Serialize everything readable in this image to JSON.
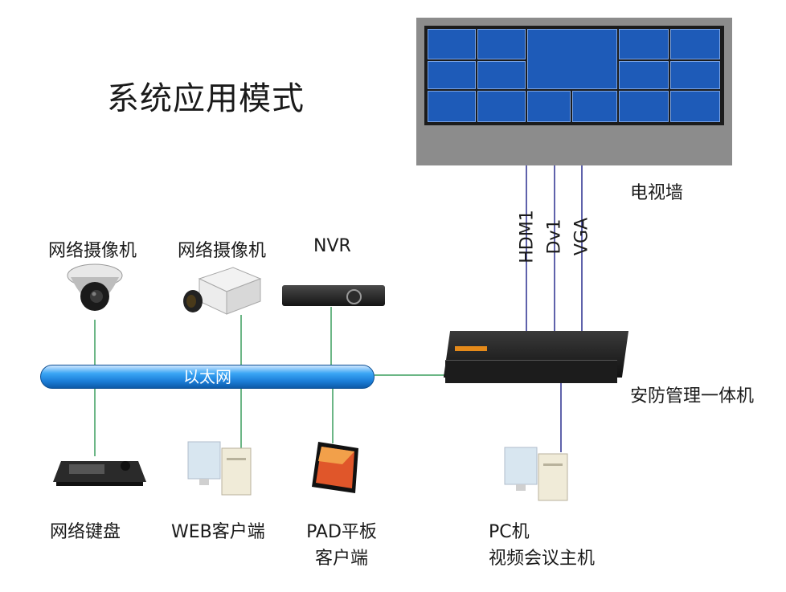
{
  "title": "系统应用模式",
  "tv_wall": {
    "label": "电视墙"
  },
  "cables": {
    "hdmi": "HDM1",
    "dvi": "Dv1",
    "vga": "VGA"
  },
  "network": {
    "label": "以太网"
  },
  "devices": {
    "camera1": "网络摄像机",
    "camera2": "网络摄像机",
    "nvr": "NVR",
    "controller": "安防管理一体机",
    "keyboard": "网络键盘",
    "web_client": "WEB客户端",
    "pad_line1": "PAD平板",
    "pad_line2": "客户端",
    "pc_line1": "PC机",
    "pc_line2": "视频会议主机"
  },
  "colors": {
    "link_green": "#3a9d5d",
    "cable_blue": "#2a2f8f",
    "wall_blue": "#1e5bb8"
  }
}
